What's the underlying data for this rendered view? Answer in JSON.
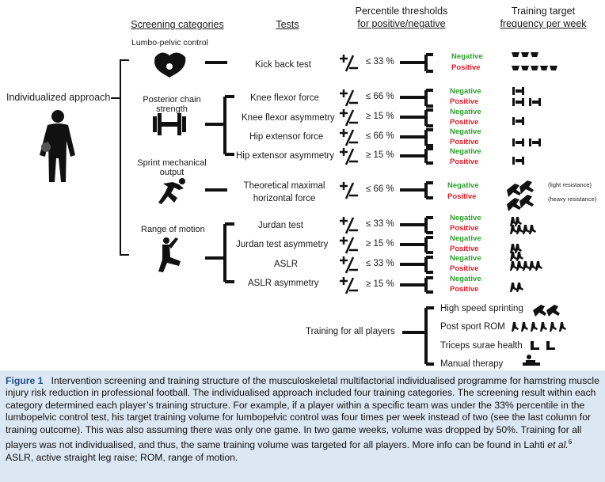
{
  "headers": {
    "categories": "Screening categories",
    "tests": "Tests",
    "thresholds_line1": "Percentile thresholds",
    "thresholds_line2": "for positive/negative",
    "target_line1": "Training target",
    "target_line2": "frequency per week"
  },
  "approach_label": "Individualized approach",
  "categories": {
    "lumbo": "Lumbo-pelvic control",
    "posterior_line1": "Posterior chain",
    "posterior_line2": "strength",
    "sprint_line1": "Sprint mechanical",
    "sprint_line2": "output",
    "rom": "Range of motion"
  },
  "tests": {
    "kick_back": "Kick back test",
    "knee_flexor_force": "Knee flexor force",
    "knee_flexor_asym": "Knee flexor asymmetry",
    "hip_extensor_force": "Hip extensor force",
    "hip_extensor_asym": "Hip extensor asymmetry",
    "theoretical_line1": "Theoretical maximal",
    "theoretical_line2": "horizontal force",
    "jurdan": "Jurdan test",
    "jurdan_asym": "Jurdan test asymmetry",
    "aslr": "ASLR",
    "aslr_asym": "ASLR asymmetry"
  },
  "thresholds": {
    "kick_back": "≤ 33 %",
    "knee_flexor_force": "≤ 66 %",
    "knee_flexor_asym": "≥ 15 %",
    "hip_extensor_force": "≤ 66 %",
    "hip_extensor_asym": "≥ 15 %",
    "theoretical": "≤ 66 %",
    "jurdan": "≤ 33 %",
    "jurdan_asym": "≥ 15 %",
    "aslr": "≤ 33 %",
    "aslr_asym": "≥ 15 %"
  },
  "plus_minus": "+/−",
  "outcome": {
    "negative": "Negative",
    "positive": "Positive"
  },
  "resistance": {
    "light": "(light resistance)",
    "heavy": "(heavy resistance)"
  },
  "all_players": {
    "label": "Training for all players",
    "items": [
      "High speed sprinting",
      "Post sport ROM",
      "Triceps surae health",
      "Manual therapy"
    ]
  },
  "caption": {
    "figure_label": "Figure 1",
    "text_1": "Intervention screening and training structure of the musculoskeletal multifactorial individualised programme for hamstring muscle injury risk reduction in professional football. The individualised approach included four training categories. The screening result within each category determined each player’s training structure. For example, if a player within a specific team was under the 33% percentile in the lumbopelvic control test, his target training volume for lumbopelvic control was four times per week instead of two (see the last column for training outcome). This was also assuming there was only one game. In two game weeks, volume was dropped by 50%. Training for all players was not individualised, and thus, the same training volume was targeted for all players. More info can be found in Lahti ",
    "et_al": "et al.",
    "ref": "6",
    "text_2": " ASLR, active straight leg raise; ROM, range of motion."
  },
  "colors": {
    "negative": "#2ca02c",
    "positive": "#e0202c",
    "caption_bg": "#dbe7f3",
    "figure_label": "#1f4e8c"
  }
}
